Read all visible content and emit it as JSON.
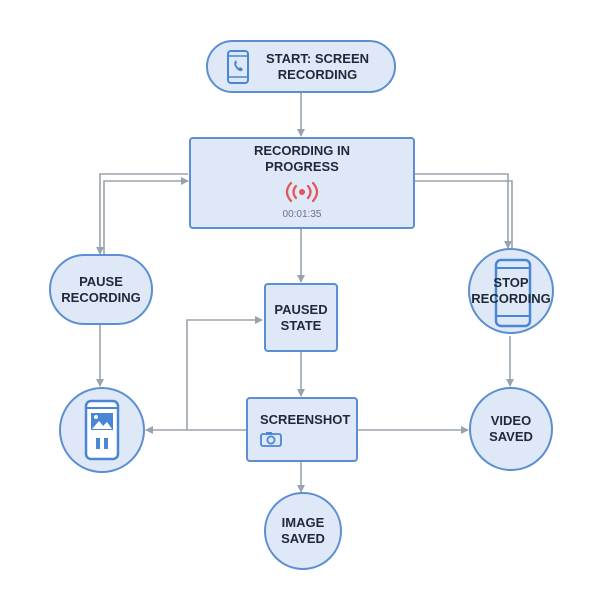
{
  "nodes": {
    "start": {
      "label": "START: SCREEN\nRECORDING",
      "icon": "phone-call-icon"
    },
    "recording": {
      "label": "RECORDING IN\nPROGRESS",
      "timer": "00:01:35",
      "icon": "broadcast-icon"
    },
    "pause": {
      "label": "PAUSE\nRECORDING"
    },
    "paused_state": {
      "label": "PAUSED\nSTATE"
    },
    "stop": {
      "label": "STOP\nRECORDING",
      "icon": "smartphone-icon"
    },
    "gallery": {
      "icon": "phone-gallery-pause-icon"
    },
    "screenshot": {
      "label": "SCREENSHOT",
      "icon": "camera-icon"
    },
    "video_saved": {
      "label": "VIDEO\nSAVED"
    },
    "image_saved": {
      "label": "IMAGE\nSAVED"
    }
  },
  "colors": {
    "node_fill": "#dfe8f7",
    "node_border": "#5b8fd1",
    "edge": "#9aa3ad",
    "icon_blue": "#4a86d6",
    "signal_red": "#e25555"
  }
}
